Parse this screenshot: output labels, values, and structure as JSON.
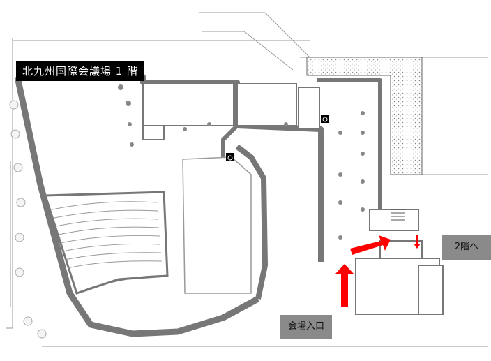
{
  "map": {
    "title": "北九州国際会議場 1 階",
    "labels": {
      "floor2": "2階へ",
      "entrance": "会場入口"
    },
    "icons": [
      "wheelchair-icon",
      "restroom-icon",
      "stairs-icon"
    ],
    "colors": {
      "wall": "#777777",
      "arrow": "#ff0000",
      "label_bg": "#8a8a8a",
      "title_bg": "#000000",
      "title_text": "#ffffff",
      "hatch": "#cccccc"
    }
  }
}
